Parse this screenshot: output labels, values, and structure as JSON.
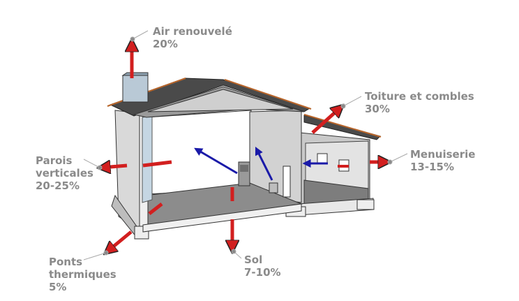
{
  "labels": {
    "air": {
      "name": "Air renouvelé",
      "value": "20%"
    },
    "toiture": {
      "name": "Toiture et combles",
      "value": "30%"
    },
    "menuiserie": {
      "name": "Menuiserie",
      "value": "13-15%"
    },
    "parois": {
      "line1": "Parois",
      "line2": "verticales",
      "value": "20-25%"
    },
    "ponts": {
      "line1": "Ponts",
      "line2": "thermiques",
      "value": "5%"
    },
    "sol": {
      "name": "Sol",
      "value": "7-10%"
    }
  },
  "colors": {
    "loss_arrow": "#d21f1f",
    "internal_arrow": "#1a1aa8",
    "label_text": "#8a8a8a",
    "roof": "#4a4a4a",
    "roof_edge": "#b8652a",
    "wall": "#d9d9d9",
    "floor": "#8c8c8c",
    "chimney": "#b9c9d6"
  }
}
